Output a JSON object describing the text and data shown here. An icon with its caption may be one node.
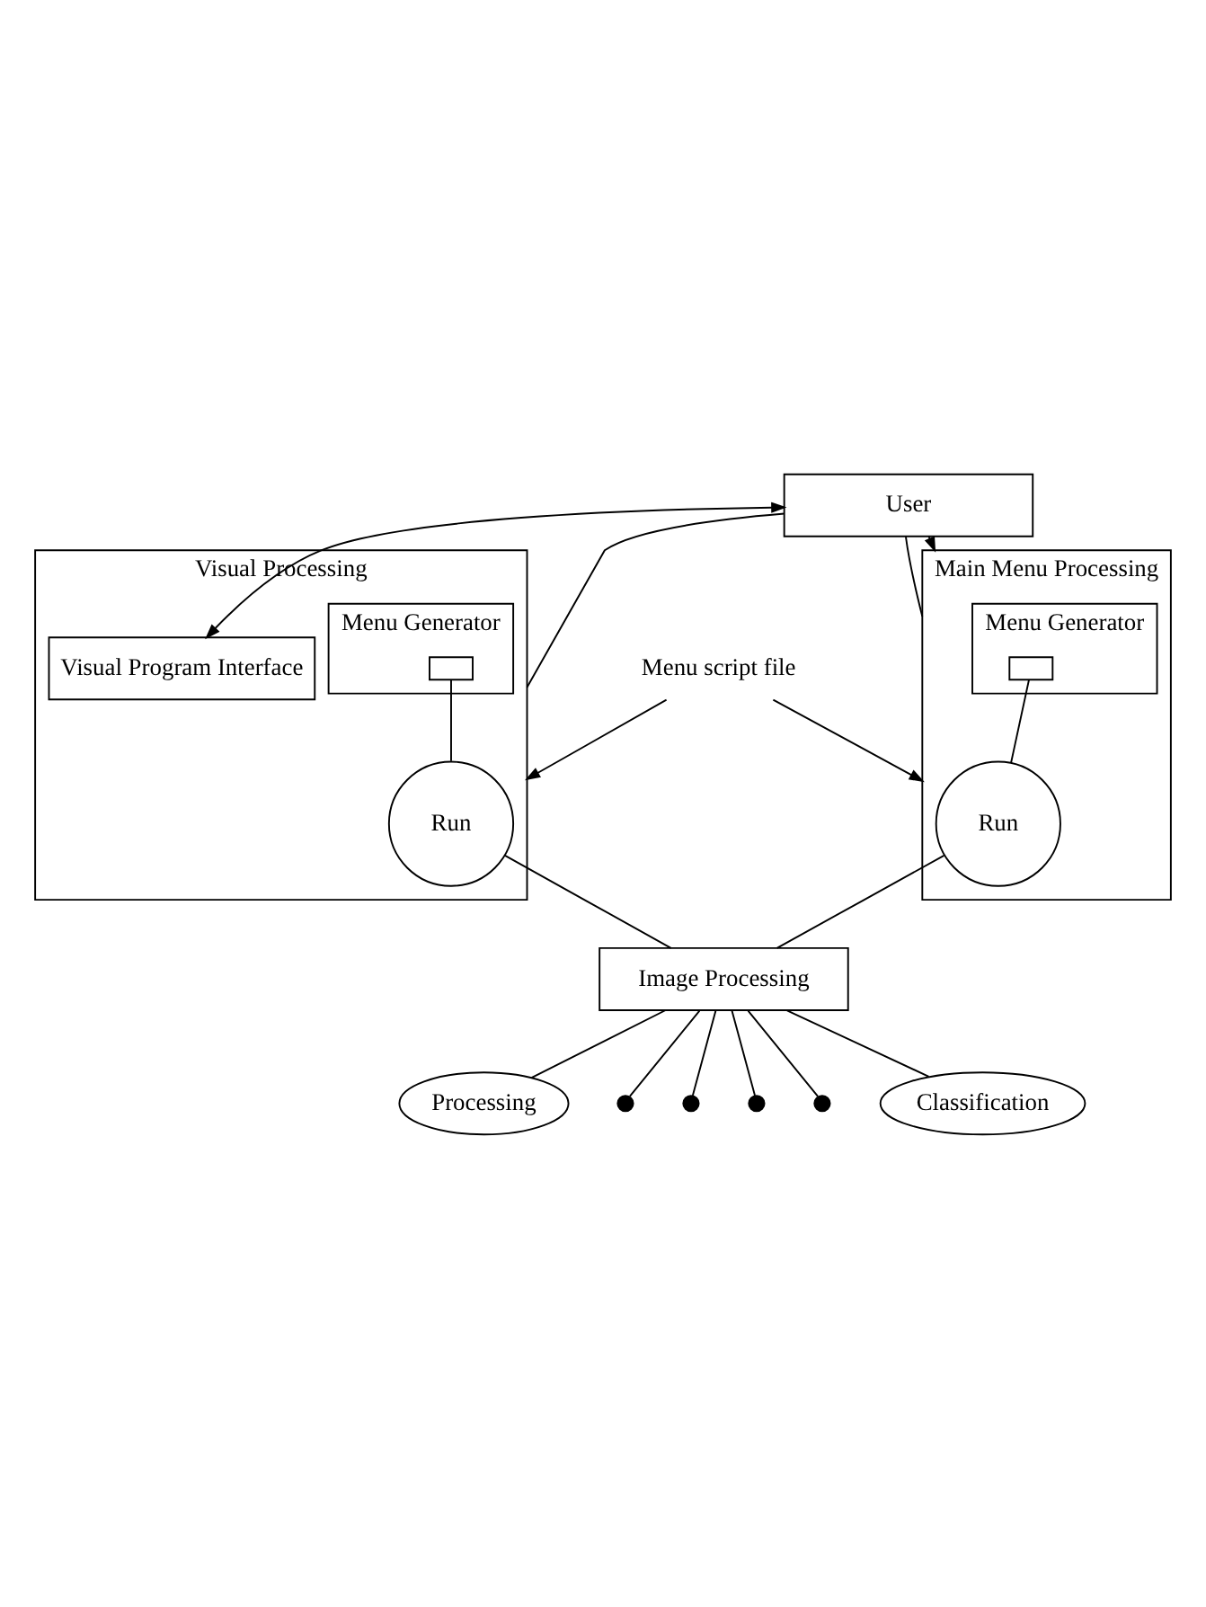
{
  "diagram": {
    "nodes": [
      {
        "text": [
          "User"
        ]
      },
      {
        "text": [
          "Visual Processing"
        ]
      },
      {
        "text": [
          "Visual Program Interface"
        ],
        "in": 1
      },
      {
        "text": [
          "Menu Generator"
        ],
        "in": 1
      },
      {
        "text": [],
        "shape": "box",
        "in": 3
      },
      {
        "text": [
          "Run"
        ],
        "in": 1
      },
      {
        "text": [
          "Main Menu Processing"
        ]
      },
      {
        "text": [
          "Menu Generator"
        ],
        "in": 6
      },
      {
        "text": [],
        "shape": "box",
        "in": 7
      },
      {
        "text": [
          "Run"
        ],
        "in": 6
      },
      {
        "text": [
          "Menu script file"
        ]
      },
      {
        "text": [
          "Image Processing"
        ]
      },
      {
        "text": [
          "Processing"
        ]
      },
      {
        "text": [],
        "shape": "circle"
      },
      {
        "text": [],
        "shape": "circle"
      },
      {
        "text": [],
        "shape": "circle"
      },
      {
        "text": [],
        "shape": "circle"
      },
      {
        "text": [
          "Classification"
        ]
      }
    ],
    "edges": [
      {
        "from": 0,
        "to": 1,
        "arrow": "none"
      },
      {
        "from": 0,
        "to": 6,
        "arrow": "none"
      },
      {
        "from": 0,
        "to": 6,
        "arrow": "to"
      },
      {
        "from": 0,
        "to": 2,
        "arrow": "both"
      },
      {
        "from": 10,
        "to": 1,
        "arrow": "to"
      },
      {
        "from": 10,
        "to": 6,
        "arrow": "to"
      },
      {
        "from": 4,
        "to": 5,
        "arrow": "none"
      },
      {
        "from": 8,
        "to": 9,
        "arrow": "none"
      },
      {
        "from": 5,
        "to": 11,
        "arrow": "none"
      },
      {
        "from": 9,
        "to": 11,
        "arrow": "none"
      },
      {
        "from": 11,
        "to": 12,
        "arrow": "none"
      },
      {
        "from": 11,
        "to": 13,
        "arrow": "none"
      },
      {
        "from": 11,
        "to": 14,
        "arrow": "none"
      },
      {
        "from": 11,
        "to": 15,
        "arrow": "none"
      },
      {
        "from": 11,
        "to": 16,
        "arrow": "none"
      },
      {
        "from": 11,
        "to": 17,
        "arrow": "none"
      }
    ]
  }
}
